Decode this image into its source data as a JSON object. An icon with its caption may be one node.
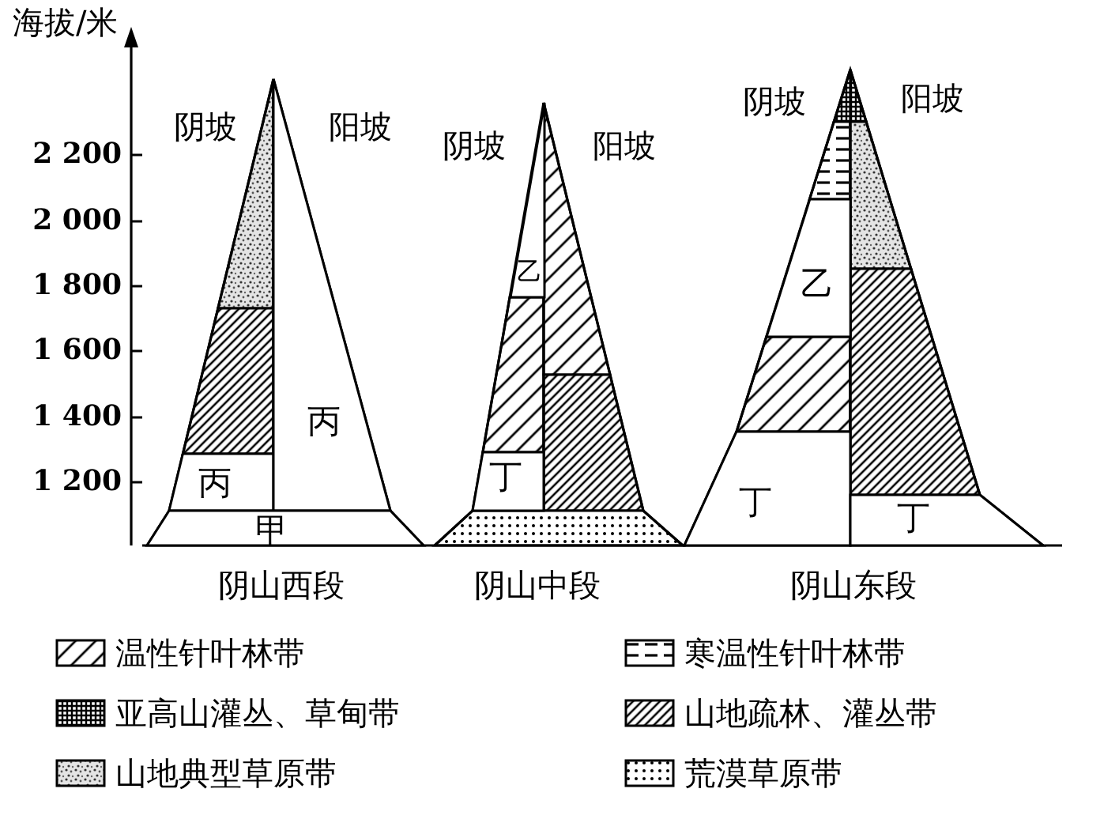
{
  "diagram": {
    "nodes": [
      {
        "text": [
          "丙"
        ]
      },
      {
        "text": [
          "丙"
        ]
      },
      {
        "text": [
          "甲"
        ]
      },
      {
        "text": [
          "乙"
        ]
      },
      {
        "text": [
          "丁"
        ]
      },
      {
        "text": [
          "乙"
        ]
      },
      {
        "text": [
          "丁"
        ]
      },
      {
        "text": [
          "丁"
        ]
      }
    ],
    "labels": [
      "海拔/米",
      "2 200",
      "2 000",
      "1 800",
      "1 600",
      "1 400",
      "1 200",
      "阴坡",
      "阳坡",
      "阴坡",
      "阳坡",
      "阴坡",
      "阳坡",
      "阴山西段",
      "阴山中段",
      "阴山东段"
    ],
    "legend": [
      {
        "text": "温性针叶林带"
      },
      {
        "text": "寒温性针叶林带"
      },
      {
        "text": "亚高山灌丛、草甸带"
      },
      {
        "text": "山地疏林、灌丛带"
      },
      {
        "text": "山地典型草原带"
      },
      {
        "text": "荒漠草原带"
      }
    ]
  }
}
